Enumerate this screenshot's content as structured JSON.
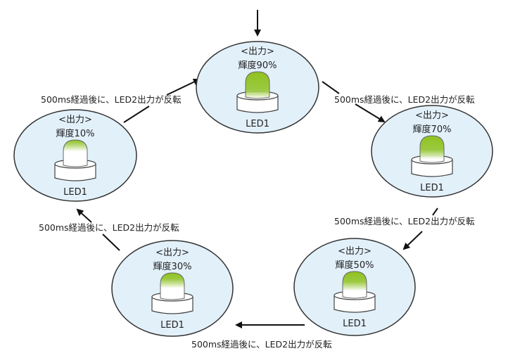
{
  "diagram": {
    "state_header": "<出力>",
    "led_name": "LED1",
    "transition_label": "500ms経過後に、LED2出力が反転",
    "colors": {
      "ellipse_fill": "#e2f0fa",
      "ellipse_stroke": "#333333",
      "led_green": "#8fc21f",
      "arrow": "#111111"
    },
    "states": [
      {
        "id": "s90",
        "brightness_label": "輝度90%",
        "brightness": 0.9
      },
      {
        "id": "s70",
        "brightness_label": "輝度70%",
        "brightness": 0.7
      },
      {
        "id": "s50",
        "brightness_label": "輝度50%",
        "brightness": 0.5
      },
      {
        "id": "s30",
        "brightness_label": "輝度30%",
        "brightness": 0.3
      },
      {
        "id": "s10",
        "brightness_label": "輝度10%",
        "brightness": 0.1
      }
    ],
    "transitions": [
      {
        "from": "s90",
        "to": "s70",
        "label": "500ms経過後に、LED2出力が反転"
      },
      {
        "from": "s70",
        "to": "s50",
        "label": "500ms経過後に、LED2出力が反転"
      },
      {
        "from": "s50",
        "to": "s30",
        "label": "500ms経過後に、LED2出力が反転"
      },
      {
        "from": "s30",
        "to": "s10",
        "label": "500ms経過後に、LED2出力が反転"
      },
      {
        "from": "s10",
        "to": "s90",
        "label": "500ms経過後に、LED2出力が反転"
      }
    ]
  }
}
